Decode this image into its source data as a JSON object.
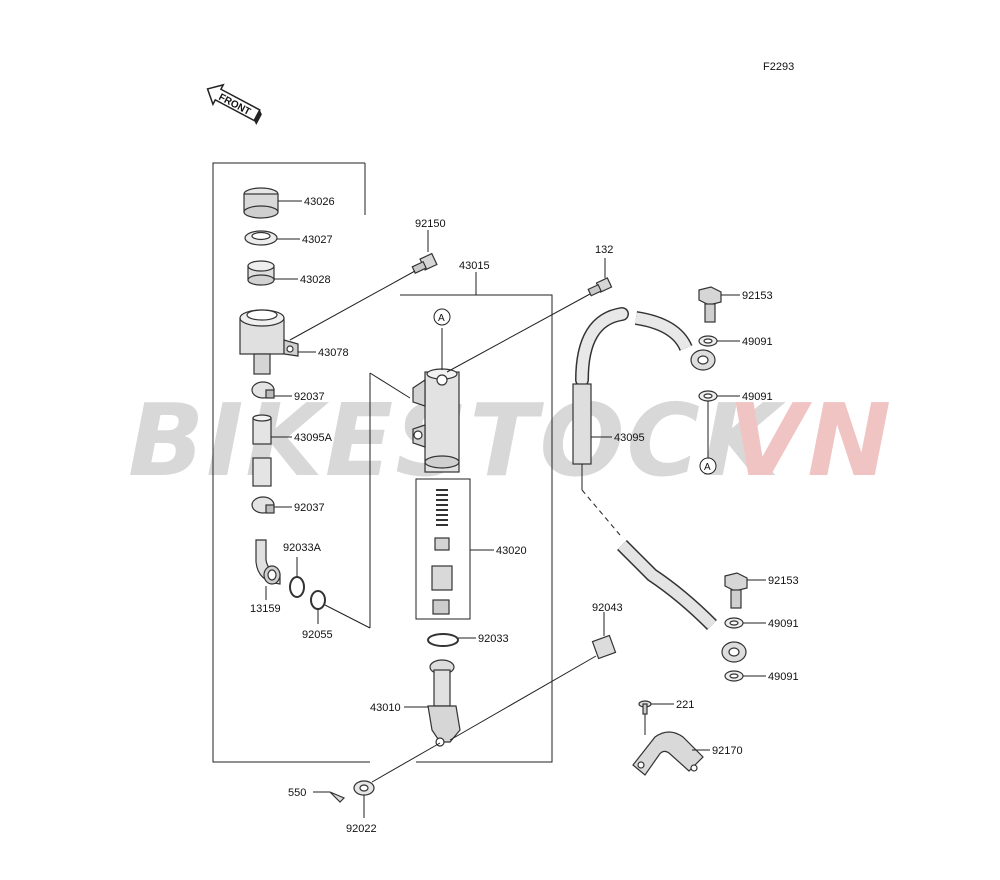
{
  "figure_code": "F2293",
  "front_indicator": "FRONT",
  "watermark": {
    "part1": "BIKESTOCK",
    "part2": "VN",
    "color1": "#d8d8d8",
    "color2": "#f1c4c4"
  },
  "ref_marker": "A",
  "parts": {
    "p43026": "43026",
    "p43027": "43027",
    "p43028": "43028",
    "p43078": "43078",
    "p92037_top": "92037",
    "p43095A": "43095A",
    "p92037_bot": "92037",
    "p92033A": "92033A",
    "p13159": "13159",
    "p92055": "92055",
    "p92150": "92150",
    "p43015": "43015",
    "p132": "132",
    "p43020": "43020",
    "p92033": "92033",
    "p43010": "43010",
    "p92043": "92043",
    "p550": "550",
    "p92022": "92022",
    "p92153_top": "92153",
    "p49091_a": "49091",
    "p49091_b": "49091",
    "p43095": "43095",
    "p92153_bot": "92153",
    "p49091_c": "49091",
    "p49091_d": "49091",
    "p221": "221",
    "p92170": "92170"
  }
}
